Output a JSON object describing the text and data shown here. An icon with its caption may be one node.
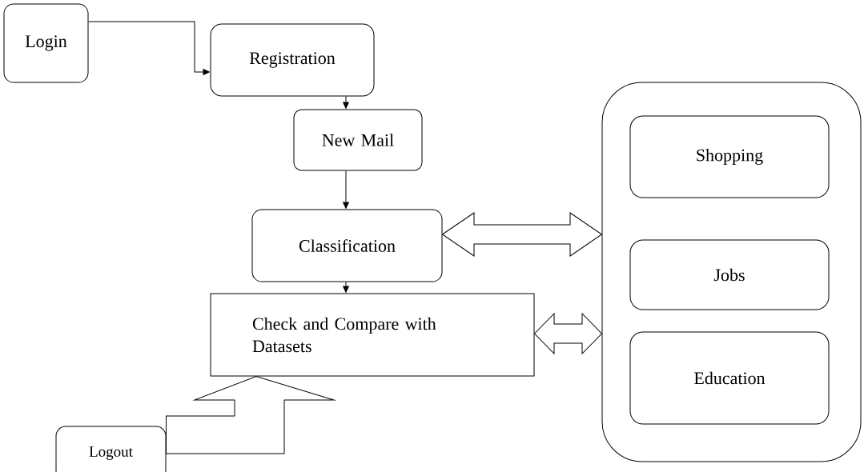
{
  "diagram": {
    "nodes": [
      {
        "text": [
          "Login"
        ]
      },
      {
        "text": [
          "Registration"
        ]
      },
      {
        "text": [
          "New Mail"
        ]
      },
      {
        "text": [
          "Classification"
        ]
      },
      {
        "text": [
          "Check and Compare with Datasets"
        ]
      },
      {
        "text": [
          "Logout"
        ]
      },
      {
        "text": [],
        "shape": "box"
      },
      {
        "text": [
          "Shopping"
        ],
        "in": 6
      },
      {
        "text": [
          "Jobs"
        ],
        "in": 6
      },
      {
        "text": [
          "Education"
        ],
        "in": 6
      }
    ],
    "edges": [
      {
        "from": 0,
        "to": 1,
        "arrow": "to"
      },
      {
        "from": 1,
        "to": 2,
        "arrow": "to"
      },
      {
        "from": 2,
        "to": 3,
        "arrow": "to"
      },
      {
        "from": 3,
        "to": 4,
        "arrow": "to"
      },
      {
        "from": 3,
        "to": 6,
        "arrow": "both",
        "style": "thick"
      },
      {
        "from": 4,
        "to": 6,
        "arrow": "both",
        "style": "thick"
      },
      {
        "from": 5,
        "to": 4,
        "arrow": "to",
        "style": "thick"
      }
    ]
  }
}
